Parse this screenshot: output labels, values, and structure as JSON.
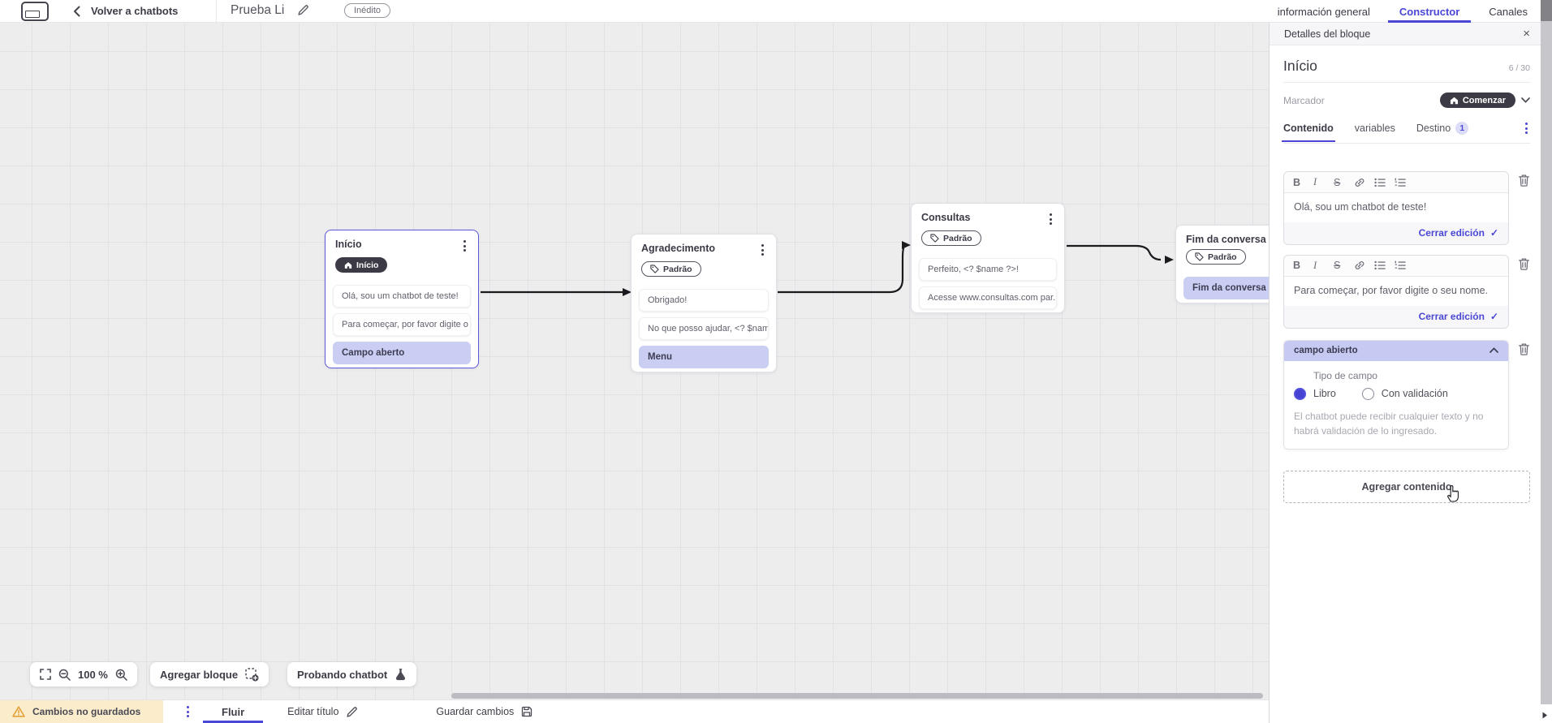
{
  "topbar": {
    "back_label": "Volver a chatbots",
    "title": "Prueba Li",
    "status_badge": "Inédito",
    "tabs": [
      {
        "label": "información general"
      },
      {
        "label": "Constructor"
      },
      {
        "label": "Canales"
      }
    ]
  },
  "canvas": {
    "blocks": [
      {
        "title": "Início",
        "badge": "Início",
        "rows": [
          "Olá, sou um chatbot de teste!",
          "Para começar, por favor digite o ...",
          "Campo aberto"
        ]
      },
      {
        "title": "Agradecimento",
        "badge": "Padrão",
        "rows": [
          "Obrigado!",
          "No que posso ajudar, <? $name ...",
          "Menu"
        ]
      },
      {
        "title": "Consultas",
        "badge": "Padrão",
        "rows": [
          "Perfeito, <? $name ?>!",
          "Acesse www.consultas.com par..."
        ]
      },
      {
        "title": "Fim da conversa",
        "badge": "Padrão",
        "rows": [
          "Fim da conversa"
        ]
      }
    ],
    "toolbar": {
      "zoom_level": "100 %",
      "add_block_label": "Agregar bloque",
      "test_chatbot_label": "Probando chatbot"
    }
  },
  "panel": {
    "header": "Detalles del bloque",
    "block_title": "Início",
    "title_counter": "6 / 30",
    "marker_label": "Marcador",
    "marker_value": "Comenzar",
    "tabs": [
      {
        "label": "Contenido"
      },
      {
        "label": "variables"
      },
      {
        "label": "Destino",
        "badge": "1"
      }
    ],
    "editors": [
      {
        "text": "Olá, sou um chatbot de teste!",
        "close_label": "Cerrar edición"
      },
      {
        "text": "Para começar, por favor digite o seu nome.",
        "close_label": "Cerrar edición"
      }
    ],
    "open_field": {
      "header": "campo abierto",
      "type_label": "Tipo de campo",
      "options": [
        {
          "label": "Libro",
          "selected": true
        },
        {
          "label": "Con validación",
          "selected": false
        }
      ],
      "help": "El chatbot puede recibir cualquier texto y no habrá validación de lo ingresado."
    },
    "add_content_label": "Agregar contenido"
  },
  "bottombar": {
    "warning": "Cambios no guardados",
    "flow_tab": "Fluir",
    "edit_title_label": "Editar título",
    "save_label": "Guardar cambios"
  },
  "glyphs": {
    "bold": "B",
    "italic": "I",
    "strikethrough": "S",
    "close": "×",
    "check": "✓"
  },
  "colors": {
    "accent": "#4a46d6",
    "dark_pill": "#3b3a45",
    "lavender": "#cbcef3",
    "warning_bg": "#fbeccb",
    "warning_icon": "#e2a23b",
    "canvas_bg": "#ededee"
  }
}
